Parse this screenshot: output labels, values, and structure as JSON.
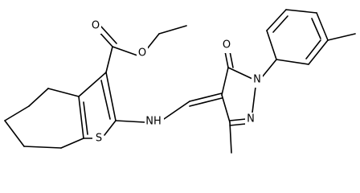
{
  "molecule": {
    "atom_labels": {
      "carbonyl_oxygen": "O",
      "ester_oxygen": "O",
      "thiophene_sulfur": "S",
      "amine_nh": "NH",
      "pyrazolone_oxygen": "O",
      "pyrazole_n1": "N",
      "pyrazole_n2": "N"
    }
  }
}
